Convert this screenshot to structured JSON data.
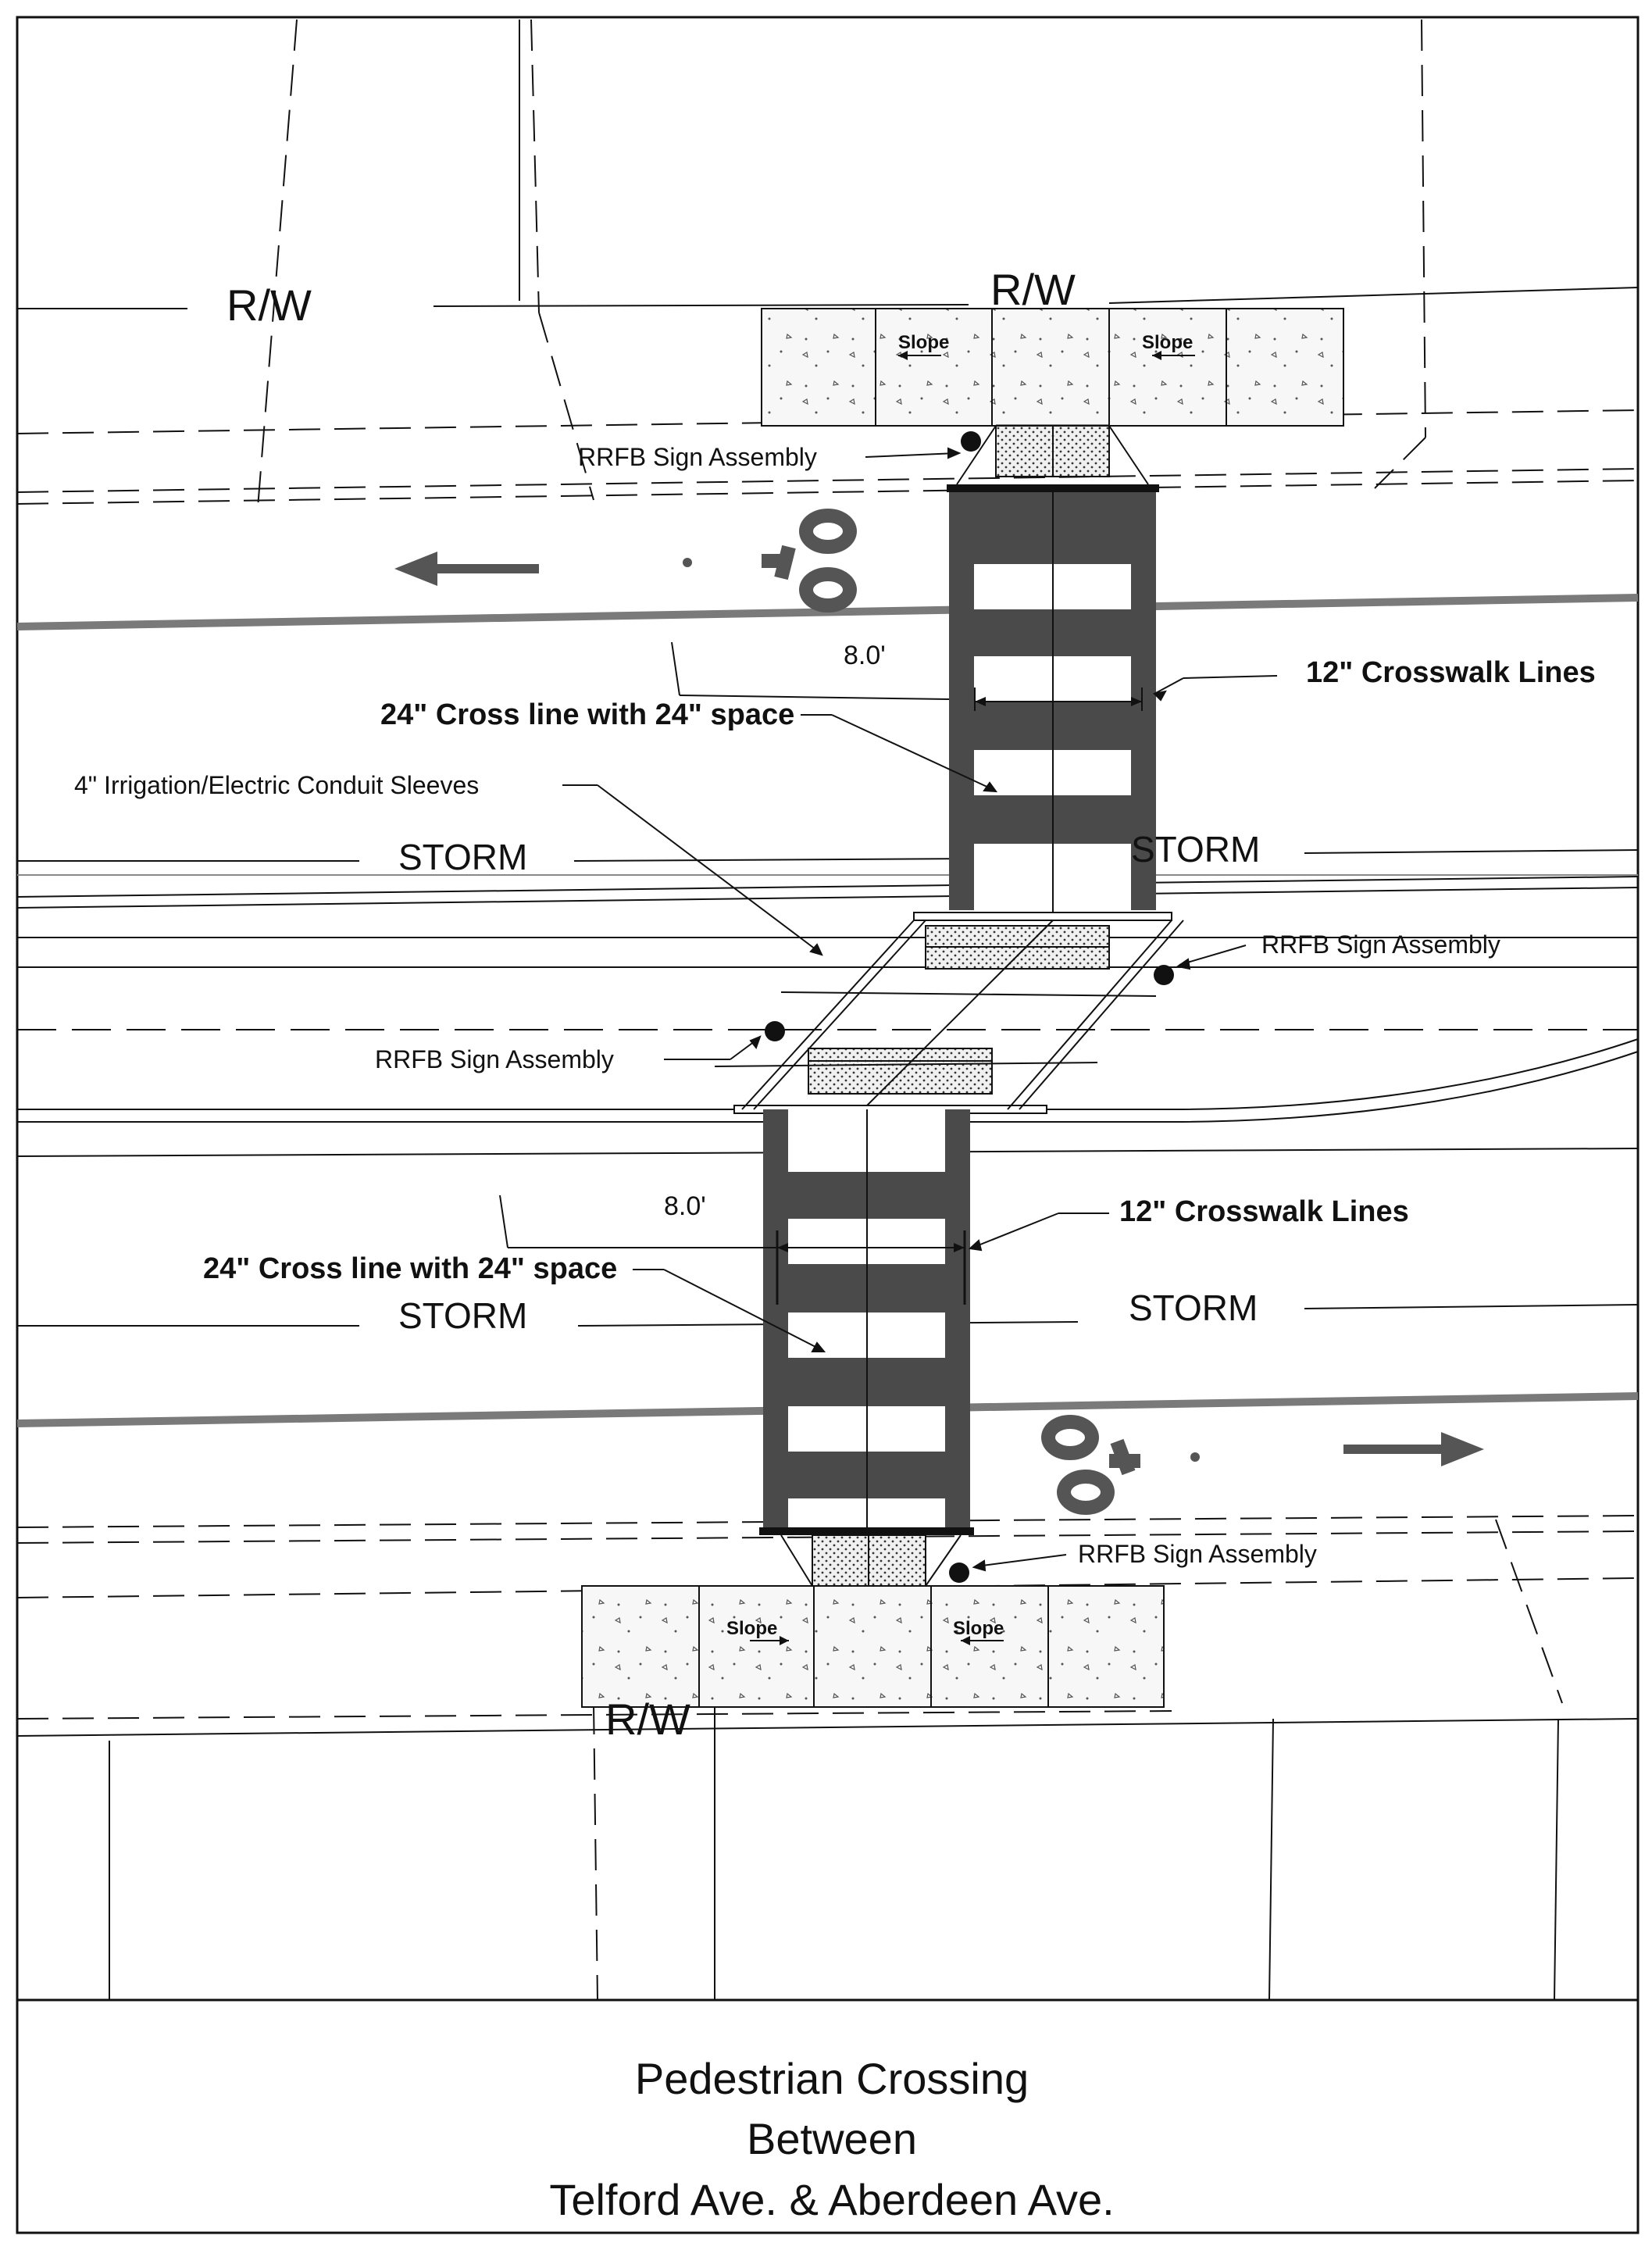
{
  "labels": {
    "rw": "R/W",
    "storm": "STORM",
    "slope": "Slope",
    "rrfb": "RRFB Sign Assembly",
    "dim": "8.0'",
    "crosswalk_lines": "12\" Crosswalk Lines",
    "cross_line": "24\" Cross line with 24\" space",
    "conduit": "4\" Irrigation/Electric Conduit Sleeves"
  },
  "title_block": {
    "line1": "Pedestrian Crossing",
    "line2": "Between",
    "line3": "Telford Ave. & Aberdeen Ave."
  },
  "colors": {
    "line": "#111111",
    "crosswalk": "#4a4a4a",
    "road_band": "#7a7a7a",
    "pad_fill": "#f2f2f2"
  },
  "icons": [
    "bicycle-lane-symbol",
    "direction-arrow",
    "rrfb-sign-marker"
  ]
}
